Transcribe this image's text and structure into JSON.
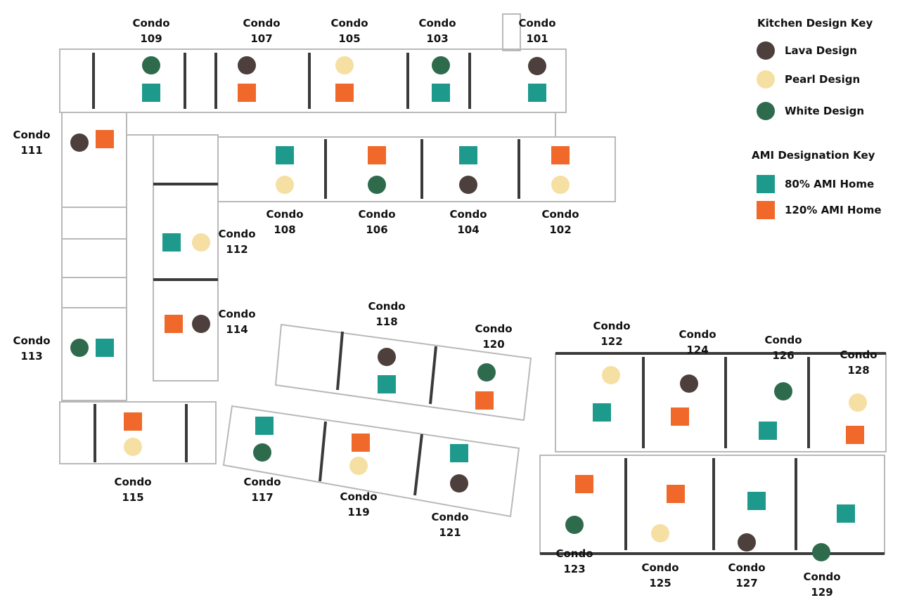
{
  "colors": {
    "lava": "#4d3f3b",
    "pearl": "#f6dfa2",
    "white": "#2e6b4d",
    "ami80": "#1e9a8c",
    "ami120": "#f0692a",
    "wall": "#b9b9b9",
    "wall_dark": "#3a3a3a"
  },
  "kitchen_key": {
    "title": "Kitchen Design Key",
    "items": [
      {
        "id": "lava",
        "label": "Lava Design"
      },
      {
        "id": "pearl",
        "label": "Pearl Design"
      },
      {
        "id": "white",
        "label": "White Design"
      }
    ]
  },
  "ami_key": {
    "title": "AMI Designation Key",
    "items": [
      {
        "id": "ami80",
        "label": "80% AMI Home"
      },
      {
        "id": "ami120",
        "label": "120% AMI Home"
      }
    ]
  },
  "units": [
    {
      "word": "Condo",
      "number": "101",
      "kitchen": "lava",
      "ami": "ami80"
    },
    {
      "word": "Condo",
      "number": "102",
      "kitchen": "pearl",
      "ami": "ami120"
    },
    {
      "word": "Condo",
      "number": "103",
      "kitchen": "white",
      "ami": "ami80"
    },
    {
      "word": "Condo",
      "number": "104",
      "kitchen": "lava",
      "ami": "ami80"
    },
    {
      "word": "Condo",
      "number": "105",
      "kitchen": "pearl",
      "ami": "ami120"
    },
    {
      "word": "Condo",
      "number": "106",
      "kitchen": "white",
      "ami": "ami120"
    },
    {
      "word": "Condo",
      "number": "107",
      "kitchen": "lava",
      "ami": "ami120"
    },
    {
      "word": "Condo",
      "number": "108",
      "kitchen": "pearl",
      "ami": "ami80"
    },
    {
      "word": "Condo",
      "number": "109",
      "kitchen": "white",
      "ami": "ami80"
    },
    {
      "word": "Condo",
      "number": "111",
      "kitchen": "lava",
      "ami": "ami120"
    },
    {
      "word": "Condo",
      "number": "112",
      "kitchen": "pearl",
      "ami": "ami80"
    },
    {
      "word": "Condo",
      "number": "113",
      "kitchen": "white",
      "ami": "ami80"
    },
    {
      "word": "Condo",
      "number": "114",
      "kitchen": "lava",
      "ami": "ami120"
    },
    {
      "word": "Condo",
      "number": "115",
      "kitchen": "pearl",
      "ami": "ami120"
    },
    {
      "word": "Condo",
      "number": "117",
      "kitchen": "white",
      "ami": "ami80"
    },
    {
      "word": "Condo",
      "number": "118",
      "kitchen": "lava",
      "ami": "ami80"
    },
    {
      "word": "Condo",
      "number": "119",
      "kitchen": "pearl",
      "ami": "ami120"
    },
    {
      "word": "Condo",
      "number": "120",
      "kitchen": "white",
      "ami": "ami120"
    },
    {
      "word": "Condo",
      "number": "121",
      "kitchen": "lava",
      "ami": "ami80"
    },
    {
      "word": "Condo",
      "number": "122",
      "kitchen": "pearl",
      "ami": "ami80"
    },
    {
      "word": "Condo",
      "number": "123",
      "kitchen": "white",
      "ami": "ami120"
    },
    {
      "word": "Condo",
      "number": "124",
      "kitchen": "lava",
      "ami": "ami120"
    },
    {
      "word": "Condo",
      "number": "125",
      "kitchen": "pearl",
      "ami": "ami120"
    },
    {
      "word": "Condo",
      "number": "126",
      "kitchen": "white",
      "ami": "ami80"
    },
    {
      "word": "Condo",
      "number": "127",
      "kitchen": "lava",
      "ami": "ami80"
    },
    {
      "word": "Condo",
      "number": "128",
      "kitchen": "pearl",
      "ami": "ami120"
    },
    {
      "word": "Condo",
      "number": "129",
      "kitchen": "white",
      "ami": "ami80"
    }
  ]
}
